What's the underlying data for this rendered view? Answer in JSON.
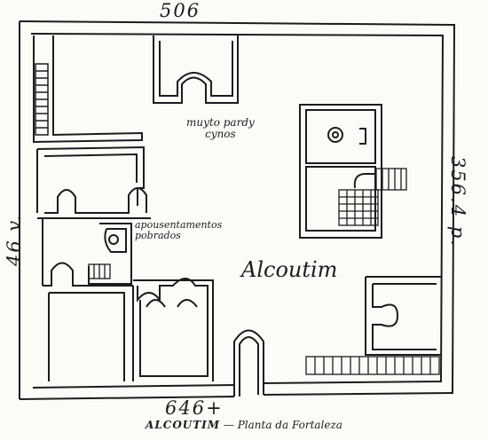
{
  "plan": {
    "dim_top": "506",
    "dim_bottom": "646+",
    "dim_left": "46 v.",
    "dim_right": "356.4 p.",
    "place_name": "Alcoutim",
    "note_upper_line1": "muyto pardy",
    "note_upper_line2": "cynos",
    "note_lower_line1": "apousentamentos",
    "note_lower_line2": "pobrados"
  },
  "caption": {
    "title": "ALCOUTIM",
    "separator": " — ",
    "subtitle": "Planta da Fortaleza"
  },
  "colors": {
    "ink": "#1c1c1c",
    "paper": "#fbfbf8"
  }
}
